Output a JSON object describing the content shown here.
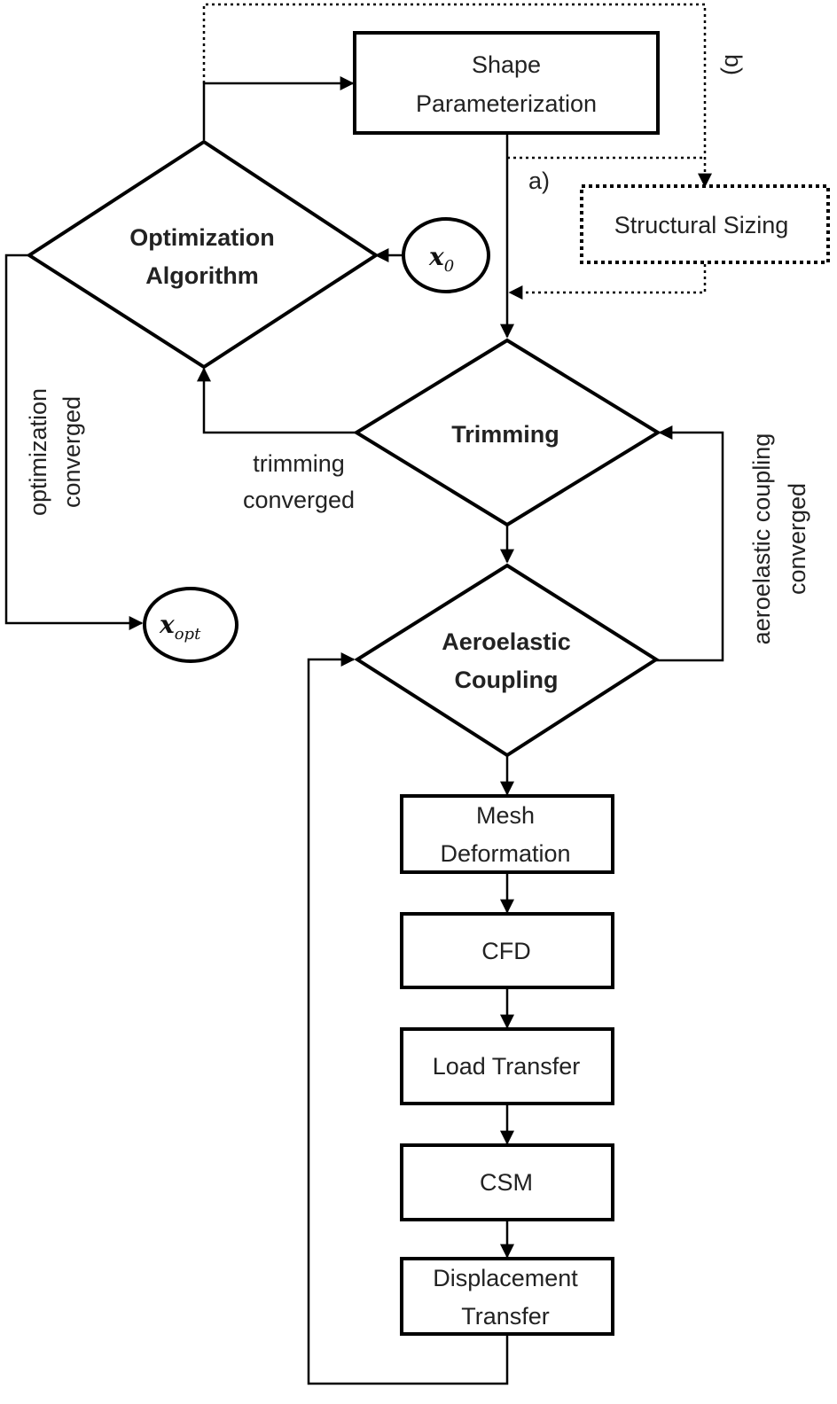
{
  "nodes": {
    "shape_param": {
      "line1": "Shape",
      "line2": "Parameterization"
    },
    "structural_sizing": {
      "label": "Structural Sizing"
    },
    "optimization": {
      "line1": "Optimization",
      "line2": "Algorithm"
    },
    "x0": {
      "base": "x",
      "sub": "0"
    },
    "trimming": {
      "label": "Trimming"
    },
    "aeroelastic": {
      "line1": "Aeroelastic",
      "line2": "Coupling"
    },
    "xopt": {
      "base": "x",
      "sub": "opt"
    },
    "mesh_deformation": {
      "line1": "Mesh",
      "line2": "Deformation"
    },
    "cfd": {
      "label": "CFD"
    },
    "load_transfer": {
      "label": "Load Transfer"
    },
    "csm": {
      "label": "CSM"
    },
    "displacement_transfer": {
      "line1": "Displacement",
      "line2": "Transfer"
    }
  },
  "labels": {
    "path_a": "a)",
    "path_b": "b)",
    "optimization_converged": {
      "line1": "optimization",
      "line2": "converged"
    },
    "trimming_converged": {
      "line1": "trimming",
      "line2": "converged"
    },
    "aeroelastic_converged": {
      "line1": "aeroelastic coupling",
      "line2": "converged"
    }
  }
}
